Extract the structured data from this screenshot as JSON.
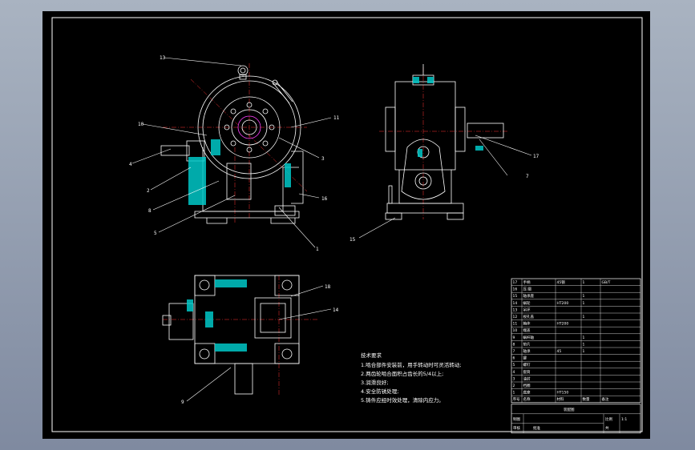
{
  "colors": {
    "background": "#000000",
    "line": "#ffffff",
    "section": "#00c8c8",
    "red_dash": "#ff3030",
    "magenta": "#ff40ff",
    "gray": "#9aa3b0"
  },
  "balloons": {
    "b13": "13",
    "b10": "10",
    "b4": "4",
    "b2": "2",
    "b8": "8",
    "b5": "5",
    "b11": "11",
    "b3": "3",
    "b16": "16",
    "b1": "1",
    "b17": "17",
    "b7": "7",
    "b15": "15",
    "b18": "18",
    "b14": "14",
    "b9": "9"
  },
  "tech_req": {
    "title": "技术要求",
    "items": [
      "1.啮合部件安装前，用手转动时可灵活转动;",
      "2.两齿轮啮合面积占齿长的5/4以上;",
      "3.润滑良好;",
      "4.安全防锈处理;",
      "5.铸件应经时效处理，清除内应力。"
    ]
  },
  "parts_table": {
    "header": [
      "序号",
      "名称",
      "材料",
      "数量",
      "备注"
    ],
    "rows": [
      [
        "17",
        "手柄",
        "45钢",
        "1",
        "GB/T"
      ],
      [
        "16",
        "压 圈",
        "",
        "",
        ""
      ],
      [
        "15",
        "轴承座",
        "",
        "1",
        ""
      ],
      [
        "14",
        "蜗轮",
        "HT200",
        "1",
        ""
      ],
      [
        "13",
        "吊环",
        "",
        "",
        ""
      ],
      [
        "12",
        "视孔盖",
        "",
        "1",
        ""
      ],
      [
        "11",
        "箱体",
        "HT200",
        "",
        ""
      ],
      [
        "10",
        "端盖",
        "",
        "",
        ""
      ],
      [
        "9",
        "蜗杆轴",
        "",
        "1",
        ""
      ],
      [
        "8",
        "垫片",
        "",
        "1",
        ""
      ],
      [
        "7",
        "轴承",
        "45",
        "1",
        ""
      ],
      [
        "6",
        "键",
        "",
        "",
        ""
      ],
      [
        "5",
        "螺钉",
        "",
        "",
        ""
      ],
      [
        "4",
        "套筒",
        "",
        "",
        ""
      ],
      [
        "3",
        "油封",
        "",
        "",
        ""
      ],
      [
        "2",
        "挡圈",
        "",
        "",
        ""
      ],
      [
        "1",
        "底座",
        "HT150",
        "",
        ""
      ]
    ],
    "title": "装配图",
    "scale_label": "比例",
    "scale": "1:1",
    "sheet_label": "共",
    "drawn": "制图",
    "checked": "审核",
    "approved": "批准"
  }
}
